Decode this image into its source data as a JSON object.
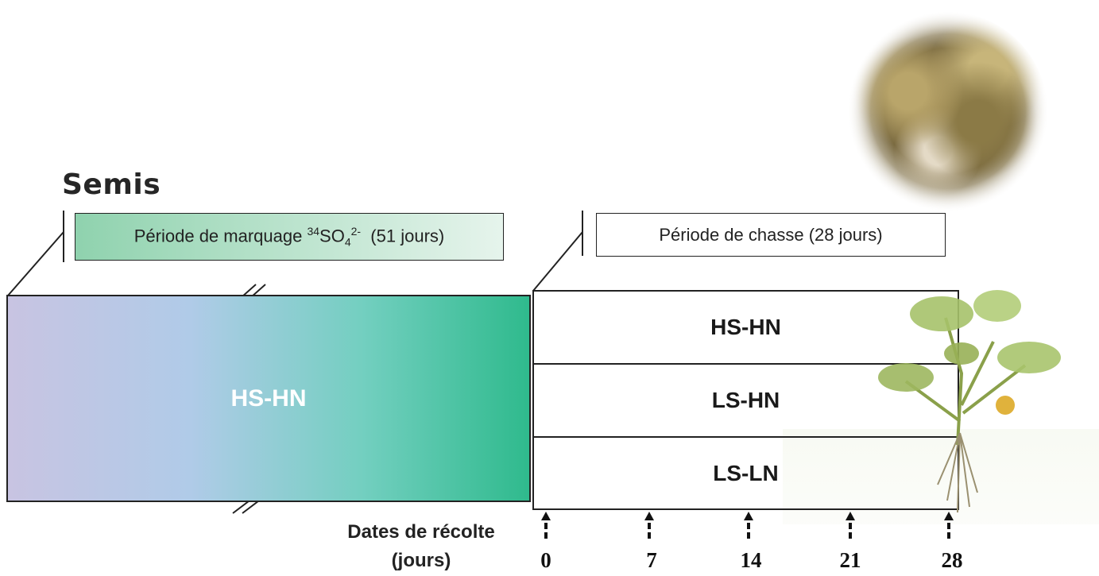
{
  "title": "Semis",
  "labeling_period": {
    "text_before": "Période de marquage ",
    "isotope_mass": "34",
    "ion": "SO",
    "subscript": "4",
    "charge": "2-",
    "text_after": "  (51 jours)"
  },
  "chase_period": "Période de chasse (28 jours)",
  "labeling_treatment": "HS-HN",
  "treatments": [
    "HS-HN",
    "LS-HN",
    "LS-LN"
  ],
  "harvest": {
    "label_line1": "Dates de récolte",
    "label_line2": "(jours)",
    "days": [
      "0",
      "7",
      "14",
      "21",
      "28"
    ]
  },
  "colors": {
    "gradient_start": "#c8c4e2",
    "gradient_end": "#2fba8d",
    "marquage_box": "#8fd2ae"
  },
  "icons": [
    "plant-photo",
    "plant-illustration",
    "break-mark",
    "arrow-up"
  ]
}
